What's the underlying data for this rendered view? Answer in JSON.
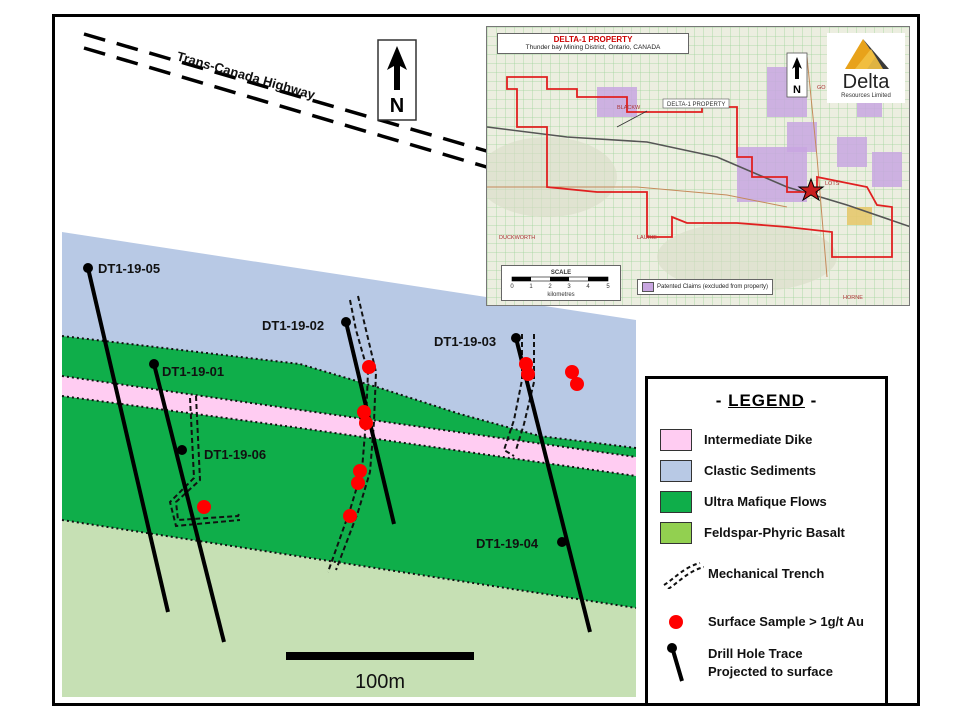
{
  "highway_label": "Trans-Canada Highway",
  "north_label": "N",
  "drill_holes": [
    "DT1-19-05",
    "DT1-19-02",
    "DT1-19-03",
    "DT1-19-01",
    "DT1-19-06",
    "DT1-19-04"
  ],
  "scale_bar_label": "100m",
  "legend": {
    "title_dash_left": "- ",
    "title": "LEGEND",
    "title_dash_right": " -",
    "items": [
      {
        "label": "Intermediate Dike",
        "color": "#ffccf2"
      },
      {
        "label": "Clastic Sediments",
        "color": "#b8c9e5"
      },
      {
        "label": "Ultra Mafique Flows",
        "color": "#0fae4a"
      },
      {
        "label": "Feldspar-Phyric Basalt",
        "color": "#92d050"
      }
    ],
    "trench_label": "Mechanical Trench",
    "sample_label": "Surface Sample > 1g/t Au",
    "drill_label_1": "Drill Hole Trace",
    "drill_label_2": "Projected to surface"
  },
  "inset": {
    "title": "DELTA-1 PROPERTY",
    "subtitle": "Thunder bay Mining District, Ontario, CANADA",
    "north_label": "N",
    "property_callout": "DELTA-1 PROPERTY",
    "logo_name": "Delta",
    "logo_sub": "Resources Limited",
    "place_labels": [
      "BLACKW",
      "GO",
      "DUCKWORTH",
      "LAURIE",
      "HORNE",
      "LOTS"
    ],
    "scale_title": "SCALE",
    "scale_ticks": [
      "0",
      "1",
      "2",
      "3",
      "4",
      "5"
    ],
    "scale_unit": "kilometres",
    "legend_label": "Patented Claims (excluded from property)"
  },
  "colors": {
    "clastic": "#b8c9e5",
    "ultramafic": "#0fae4a",
    "dike": "#ffccf2",
    "basalt_pale": "#c6e0b4",
    "sample": "#ff0000",
    "property_outline": "#e02020",
    "patented": "#c8a6e0"
  }
}
